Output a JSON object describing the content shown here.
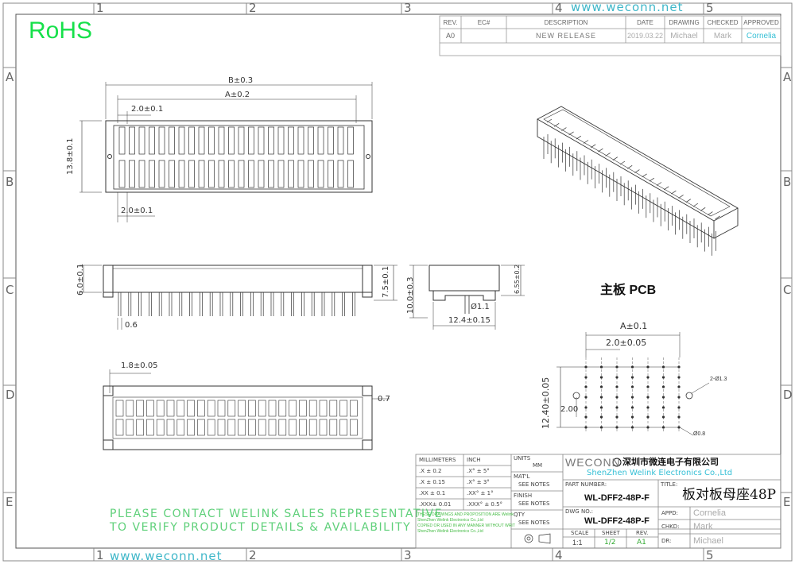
{
  "badge": "RoHS",
  "watermark_url": "www.weconn.net",
  "zones": {
    "columns": [
      "1",
      "2",
      "3",
      "4",
      "5"
    ],
    "rows": [
      "A",
      "B",
      "C",
      "D",
      "E"
    ]
  },
  "revision_table": {
    "headers": [
      "REV.",
      "EC#",
      "DESCRIPTION",
      "DATE",
      "DRAWING",
      "CHECKED",
      "APPROVED"
    ],
    "row": [
      "A0",
      "",
      "NEW RELEASE",
      "2019.03.22",
      "Michael",
      "Mark",
      "Cornelia"
    ]
  },
  "dimensions": {
    "b": "B±0.3",
    "a": "A±0.2",
    "pitch_top": "2.0±0.1",
    "height": "13.8±0.1",
    "pitch_bottom": "2.0±0.1",
    "side_height": "6.0±0.1",
    "pin_len": "7.5±0.1",
    "pin_w": "0.6",
    "end_h": "10.0±0.3",
    "end_h2": "6.55±0.2",
    "hole": "Ø1.1",
    "end_w": "12.4±0.15",
    "offset": "1.8±0.05",
    "wall": "0.7"
  },
  "pcb": {
    "title": "主板 PCB",
    "a": "A±0.1",
    "pitch": "2.0±0.05",
    "row_pitch": "12.40±0.05",
    "offset": "2.00",
    "holes_big": "2-Ø1.3",
    "holes_small": "Ø0.8"
  },
  "contact_note": [
    "PLEASE CONTACT WELINK SALES REPRESENTATIVE",
    "TO VERIFY PRODUCT DETAILS & AVAILABILITY"
  ],
  "title_block": {
    "tol_headers": [
      "MILLIMETERS",
      "INCH",
      "UNITS"
    ],
    "units": "MM",
    "tol_mm": [
      ".X  ± 0.2",
      ".X  ± 0.15",
      ".XX ± 0.1",
      ".XXX± 0.01"
    ],
    "tol_in": [
      ".X°  ± 5°",
      ".X°  ± 3°",
      ".XX° ± 1°",
      ".XXX° ± 0.5°"
    ],
    "material_label": "MAT'L",
    "material_value": "SEE NOTES",
    "finish_label": "FINISH",
    "finish_value": "SEE NOTES",
    "qty_label": "QTY",
    "qty_value": "SEE NOTES",
    "notice": [
      "THESE DRAWINGS AND PROPOSITION ARE Welink",
      "ShenZhen Welink Electronics Co.,Ltd",
      "COPIED OR USED IN ANY MANNER WITHOUT WRIT",
      "ShenZhen Welink Electronics Co.,Ltd"
    ],
    "company_logo_text": "WECONN",
    "company_cn": "深圳市微连电子有限公司",
    "company_en": "ShenZhen Welink Electronics Co.,Ltd",
    "part_number_label": "PART NUMBER:",
    "part_number": "WL-DFF2-48P-F",
    "title_label": "TITLE:",
    "title": "板对板母座48P",
    "dwg_label": "DWG NO.:",
    "dwg_no": "WL-DFF2-48P-F",
    "appd_label": "APPD:",
    "appd": "Cornelia",
    "chkd_label": "CHKD:",
    "chkd": "Mark",
    "dr_label": "DR:",
    "dr": "Michael",
    "scale_label": "SCALE",
    "scale": "1:1",
    "sheet_label": "SHEET",
    "sheet": "1/2",
    "rev_label": "REV.",
    "rev": "A1"
  }
}
